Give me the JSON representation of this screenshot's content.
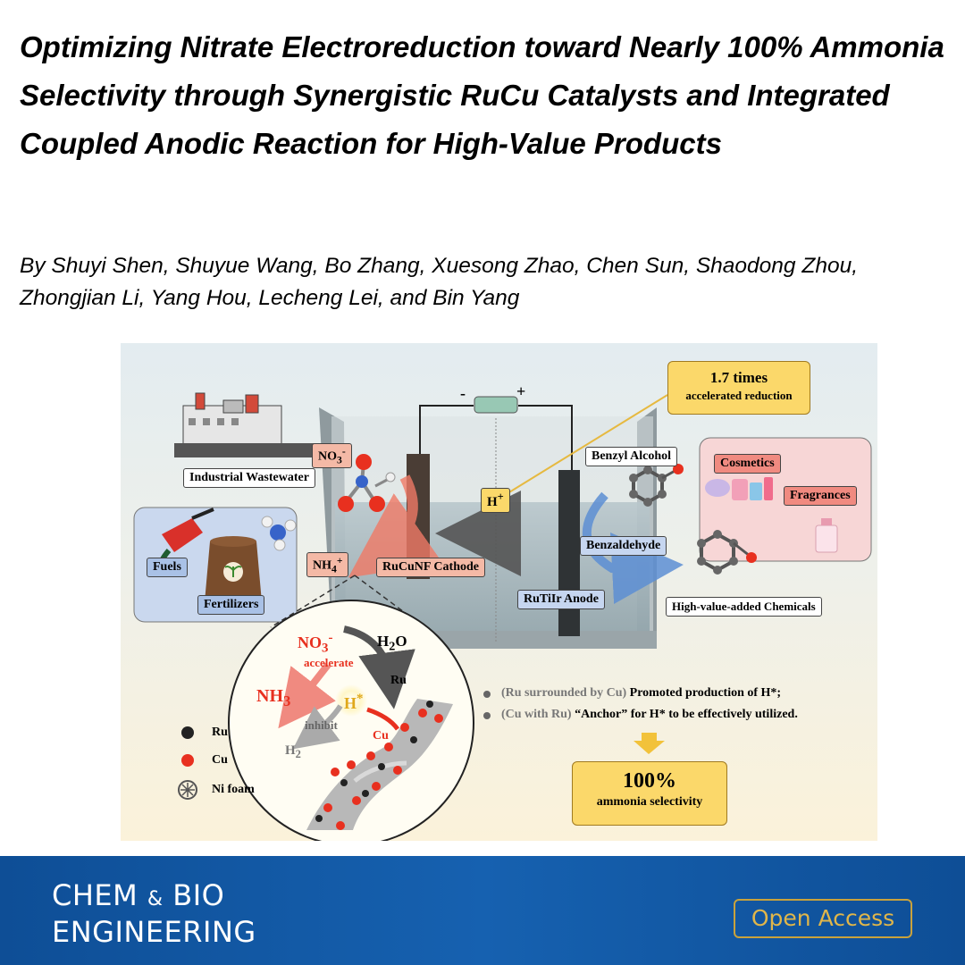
{
  "paper": {
    "title": "Optimizing Nitrate Electroreduction toward Nearly 100% Ammonia Selectivity through Synergistic RuCu Catalysts and Integrated Coupled Anodic Reaction for High-Value Products",
    "authors": "By Shuyi Shen, Shuyue Wang, Bo Zhang, Xuesong Zhao, Chen Sun, Shaodong Zhou, Zhongjian Li, Yang Hou, Lecheng Lei, and Bin Yang"
  },
  "figure": {
    "minus": "-",
    "plus": "+",
    "callout_top_value": "1.7 times",
    "callout_top_text": "accelerated reduction",
    "industrial_wastewater": "Industrial Wastewater",
    "no3_sub": "3",
    "no3_sup": "-",
    "nh4_sub": "4",
    "nh4_sup": "+",
    "h_plus_sup": "+",
    "fuels": "Fuels",
    "fertilizers": "Fertilizers",
    "cathode": "RuCuNF Cathode",
    "anode": "RuTiIr Anode",
    "benzyl_alcohol": "Benzyl Alcohol",
    "benzaldehyde": "Benzaldehyde",
    "cosmetics": "Cosmetics",
    "fragrances": "Fragrances",
    "high_value": "High-value-added Chemicals",
    "zoom_no3_sub": "3",
    "zoom_no3_sup": "-",
    "accelerate": "accelerate",
    "h2o_sub": "2",
    "ru_label": "Ru",
    "nh3_sub": "3",
    "hstar_sup": "*",
    "inhibit": "inhibit",
    "cu_label": "Cu",
    "h2_sub": "2",
    "legend": {
      "ru": "Ru",
      "cu": "Cu",
      "ni": "Ni foam"
    },
    "bullet1_paren": "(Ru surrounded by Cu)",
    "bullet1_text": " Promoted production of H*;",
    "bullet2_paren": "(Cu with Ru)",
    "bullet2_text": " “Anchor” for H* to be effectively utilized.",
    "result_value": "100%",
    "result_text": "ammonia selectivity"
  },
  "footer": {
    "journal_line1_a": "CHEM",
    "journal_amp": "&",
    "journal_line1_b": "BIO",
    "journal_line2": "ENGINEERING",
    "open_access": "Open Access"
  },
  "colors": {
    "footer_blue": "#1259a6",
    "accent_gold": "#d4a53a",
    "callout_yellow": "#fbd86a",
    "label_blue": "#a9c1e6",
    "label_salmon": "#f4b9a6",
    "nitrate_red": "#e8301f"
  }
}
